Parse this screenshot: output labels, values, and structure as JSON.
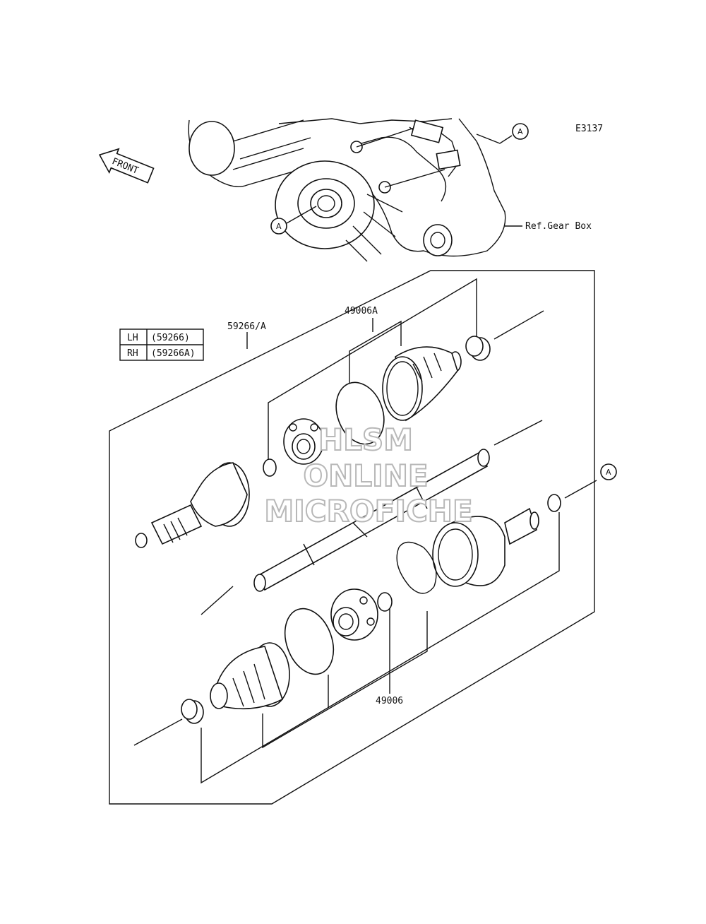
{
  "diagram_code": "E3137",
  "front_label": "FRONT",
  "ref_label": "Ref.Gear Box",
  "callout_a": "A",
  "part_numbers": {
    "axle_assembly": "59266/A",
    "boot_kit_upper": "49006A",
    "boot_kit_lower": "49006"
  },
  "side_table": [
    {
      "side": "LH",
      "part": "(59266)"
    },
    {
      "side": "RH",
      "part": "(59266A)"
    }
  ],
  "watermark": {
    "line1": "HLSM",
    "line2": "ONLINE",
    "line3": "MICROFICHE"
  }
}
